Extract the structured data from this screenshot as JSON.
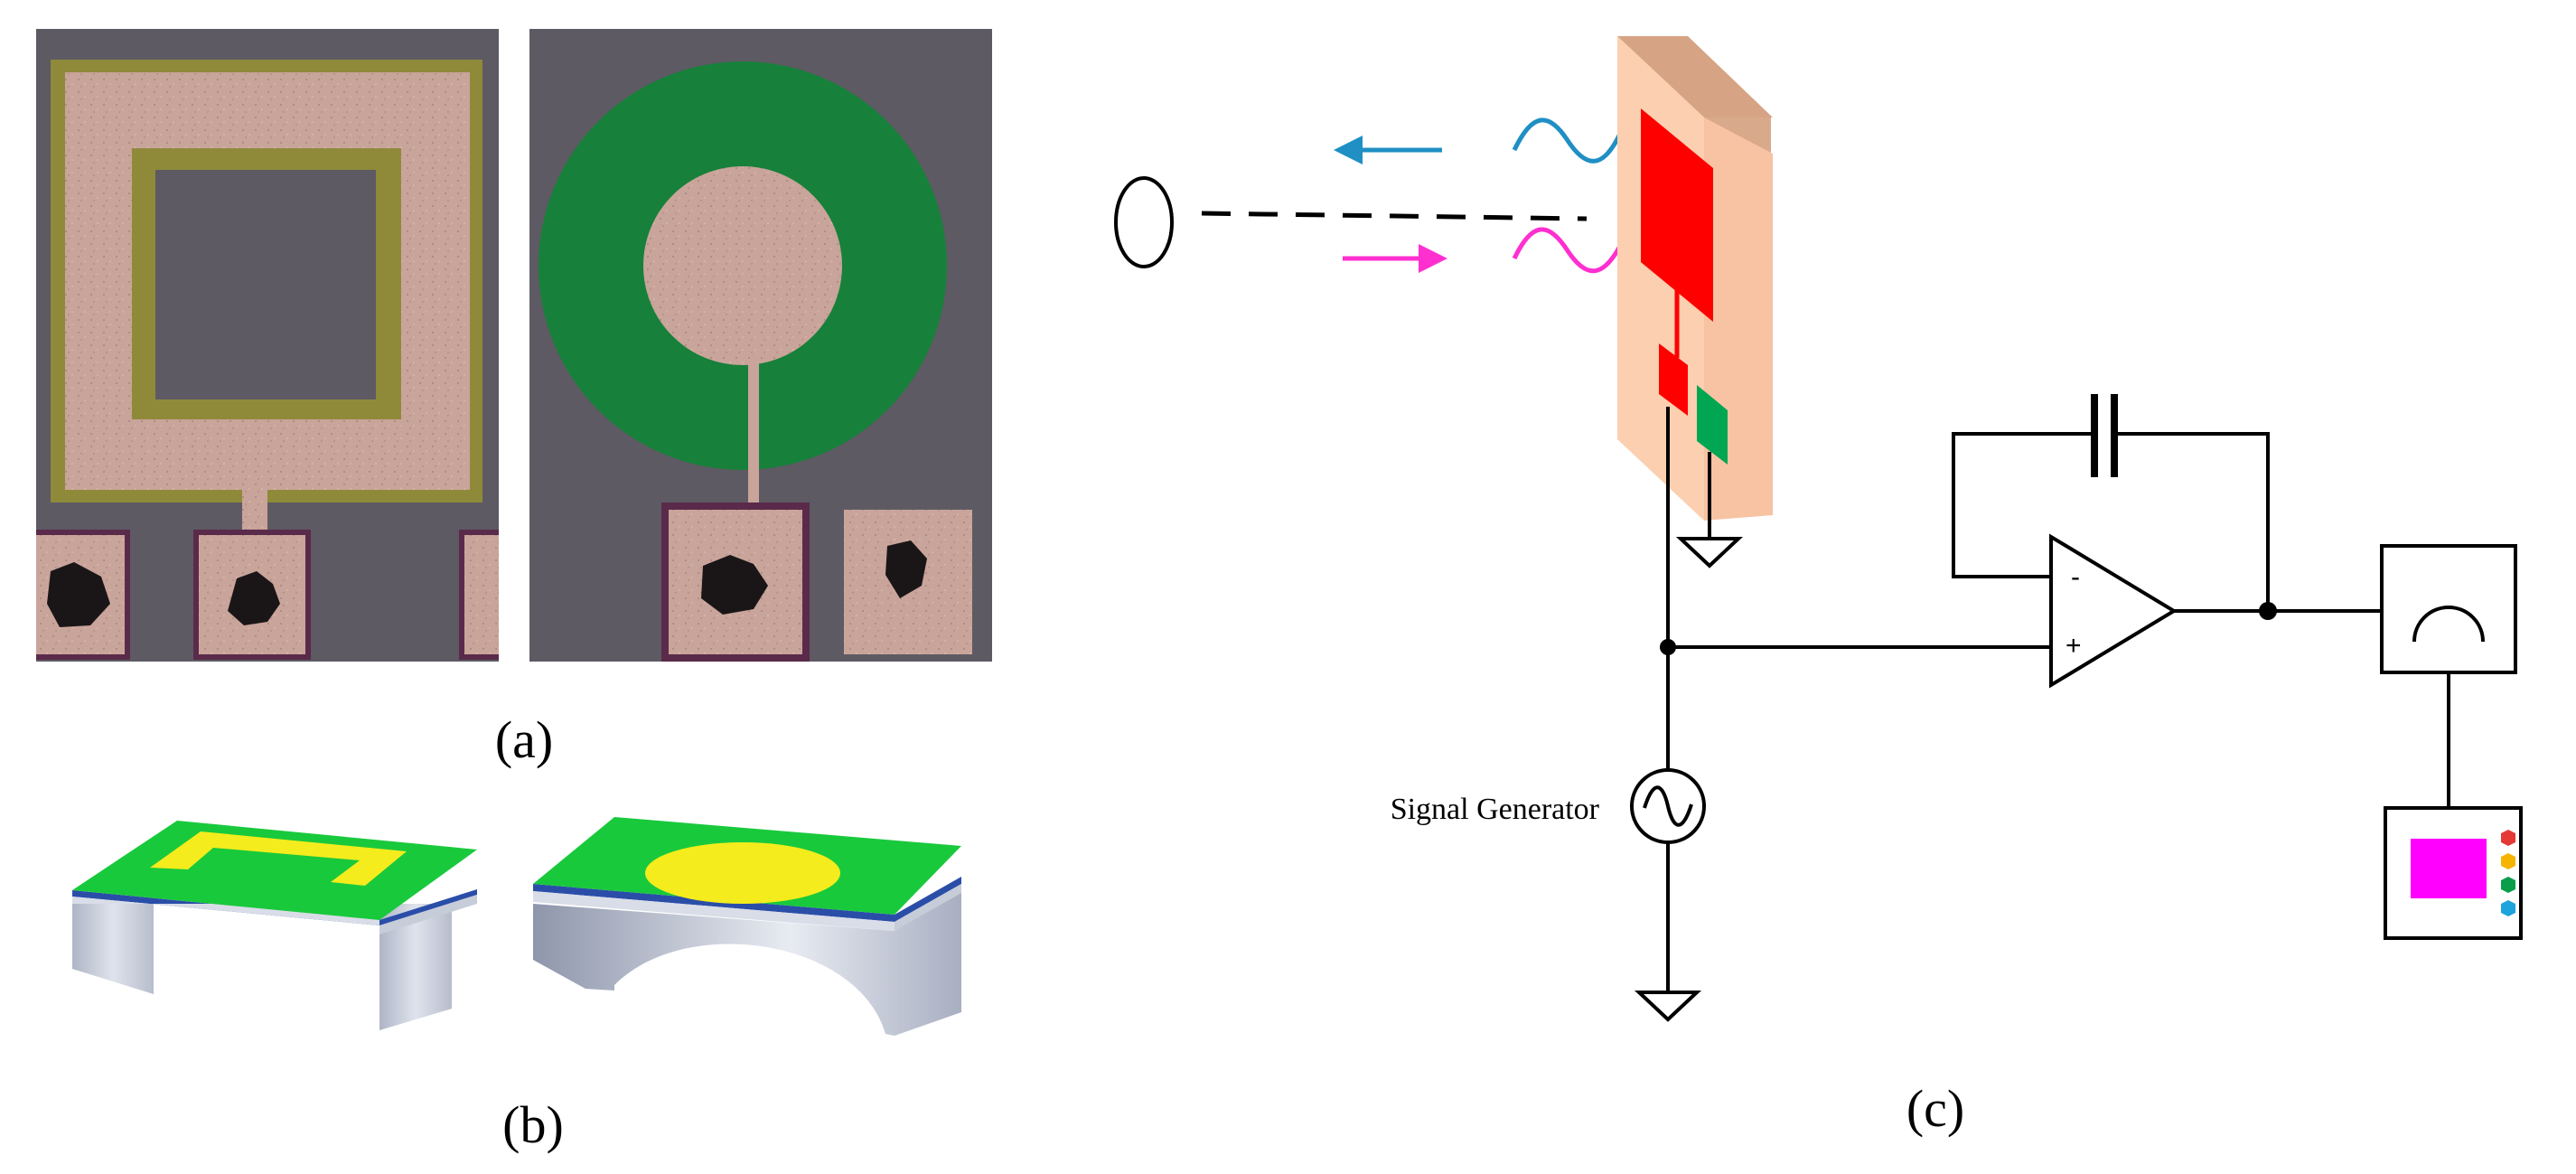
{
  "captions": {
    "a": "(a)",
    "b": "(b)",
    "c": "(c)"
  },
  "circuit": {
    "signal_generator_label": "Signal Generator",
    "opamp_minus": "-",
    "opamp_plus": "+"
  },
  "colors": {
    "sensor_chip": "#fbcfb0",
    "sensor_chip_edge": "#d9a98c",
    "electrode_red": "#ff0000",
    "electrode_green": "#00a651",
    "arrow_reflected_blue": "#1f8fc4",
    "arrow_incident_magenta": "#ff2fd0",
    "micrograph_metal": "#c9a49a",
    "micrograph_frame": "#8f8a3a",
    "micrograph_substrate": "#5d5a63",
    "micrograph_green_ring": "#17803a",
    "membrane_green": "#19c93c",
    "membrane_electrode_yellow": "#f4ec1c",
    "support_gray": "#c9cfdc",
    "oscilloscope_screen": "#ff00ff",
    "knob_colors": [
      "#e53935",
      "#f5b400",
      "#0a9e4a",
      "#1ea4dc"
    ]
  },
  "icons": [
    "person-eye-icon",
    "signal-generator-icon",
    "ground-icon",
    "capacitor-icon",
    "op-amp-icon",
    "meter-icon",
    "oscilloscope-icon"
  ]
}
